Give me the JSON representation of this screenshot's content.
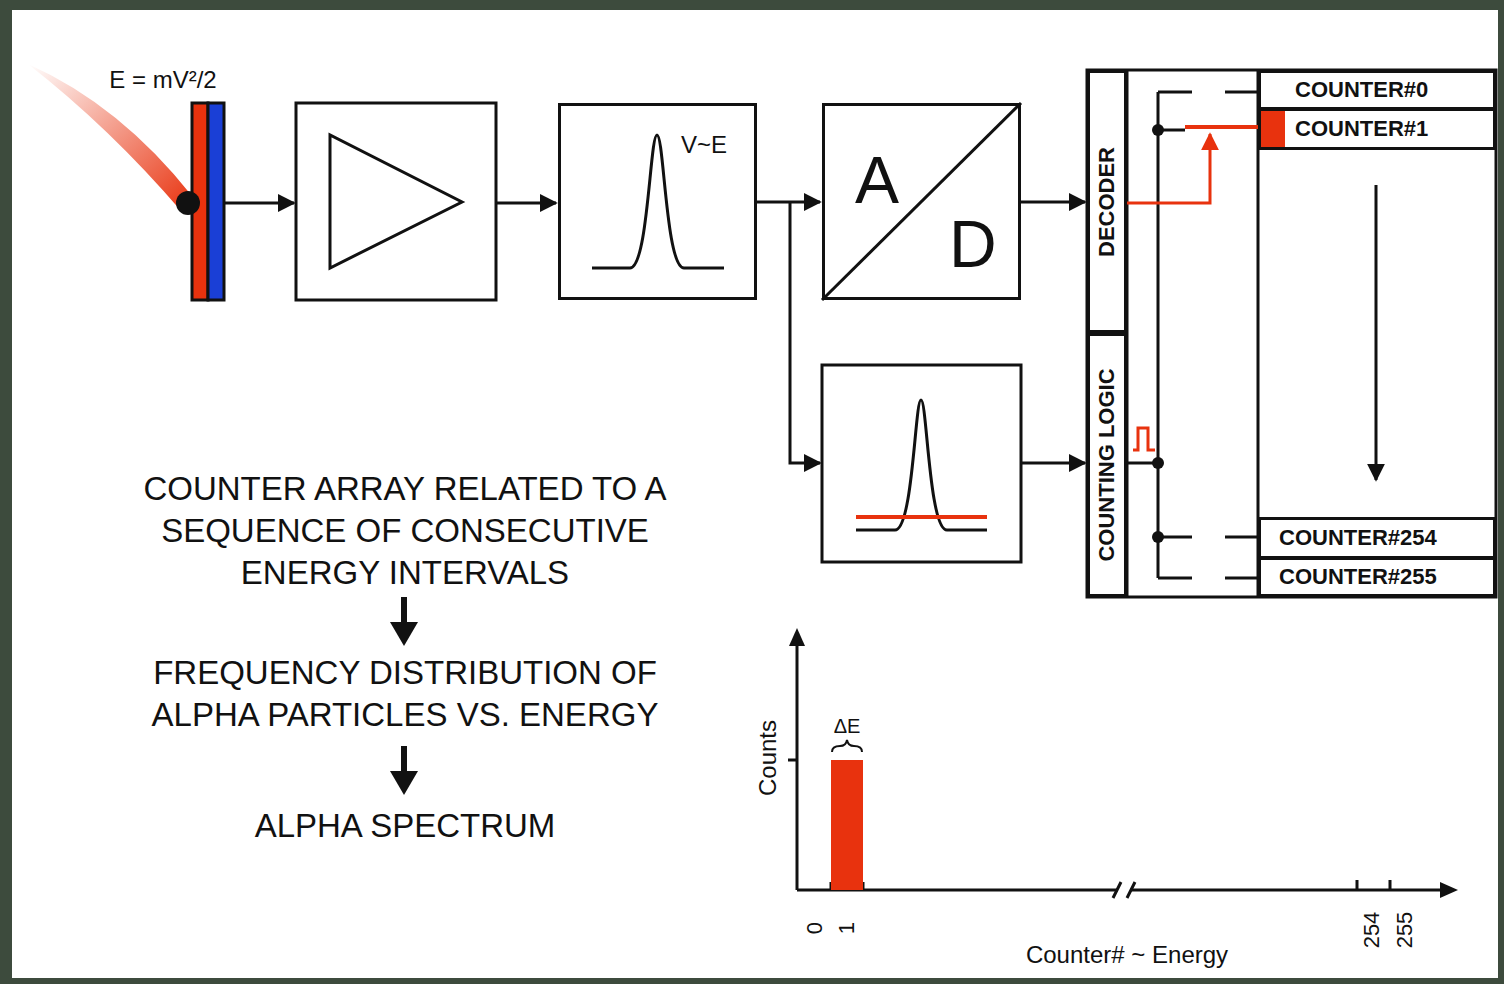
{
  "diagram": {
    "nodes": [
      {
        "text": [
          "V~E"
        ]
      },
      {
        "text": [
          "A",
          "D"
        ]
      },
      {
        "text": [
          "DECODER"
        ]
      },
      {
        "text": [
          "COUNTING LOGIC"
        ]
      },
      {
        "text": [
          "COUNTER#0"
        ]
      },
      {
        "text": [
          "COUNTER#1"
        ]
      },
      {
        "text": [
          "COUNTER#254"
        ]
      },
      {
        "text": [
          "COUNTER#255"
        ]
      }
    ],
    "edges": [
      {
        "from": 0,
        "to": 1,
        "arrow": "to"
      },
      {
        "from": 1,
        "to": 2,
        "arrow": "to"
      }
    ],
    "labels": [
      "E = mV²/2",
      "COUNTER ARRAY RELATED TO A SEQUENCE OF CONSECUTIVE ENERGY INTERVALS",
      "FREQUENCY DISTRIBUTION OF ALPHA PARTICLES VS. ENERGY",
      "ALPHA SPECTRUM",
      "Counts",
      "ΔE",
      "0",
      "1",
      "254",
      "255",
      "Counter# ~ Energy"
    ]
  }
}
